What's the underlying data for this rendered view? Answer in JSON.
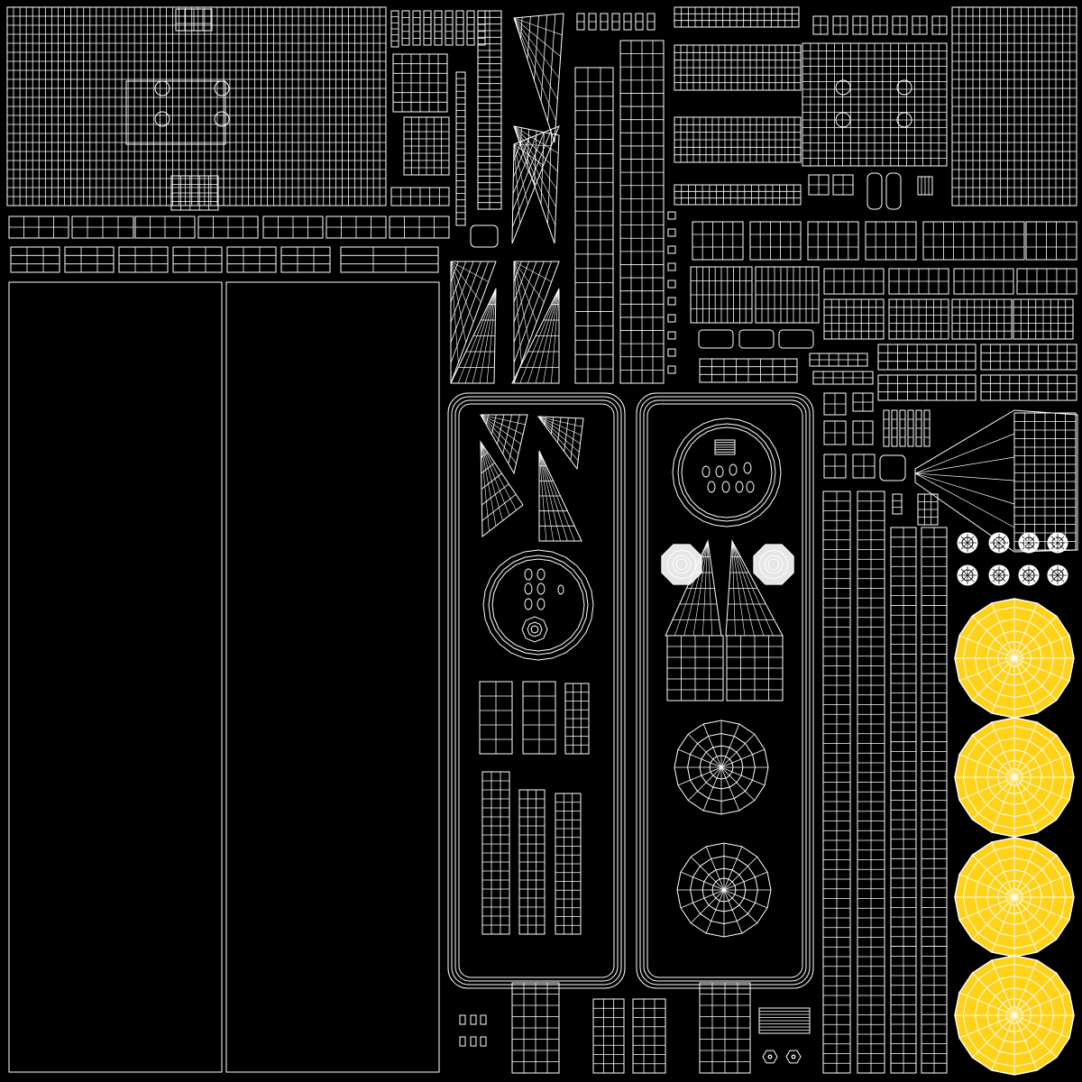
{
  "canvas": {
    "background": "#000000"
  },
  "colors": {
    "wire": "#ffffff",
    "fill": "#000000",
    "accent_fill": "#ffd21a",
    "accent_wire": "#ffffff",
    "light_fill": "#e6e6e6"
  },
  "icons": [
    "uv-island-grid",
    "uv-panel",
    "uv-circle-island",
    "uv-triangle-island",
    "uv-strip-island",
    "uv-yellow-disc"
  ]
}
